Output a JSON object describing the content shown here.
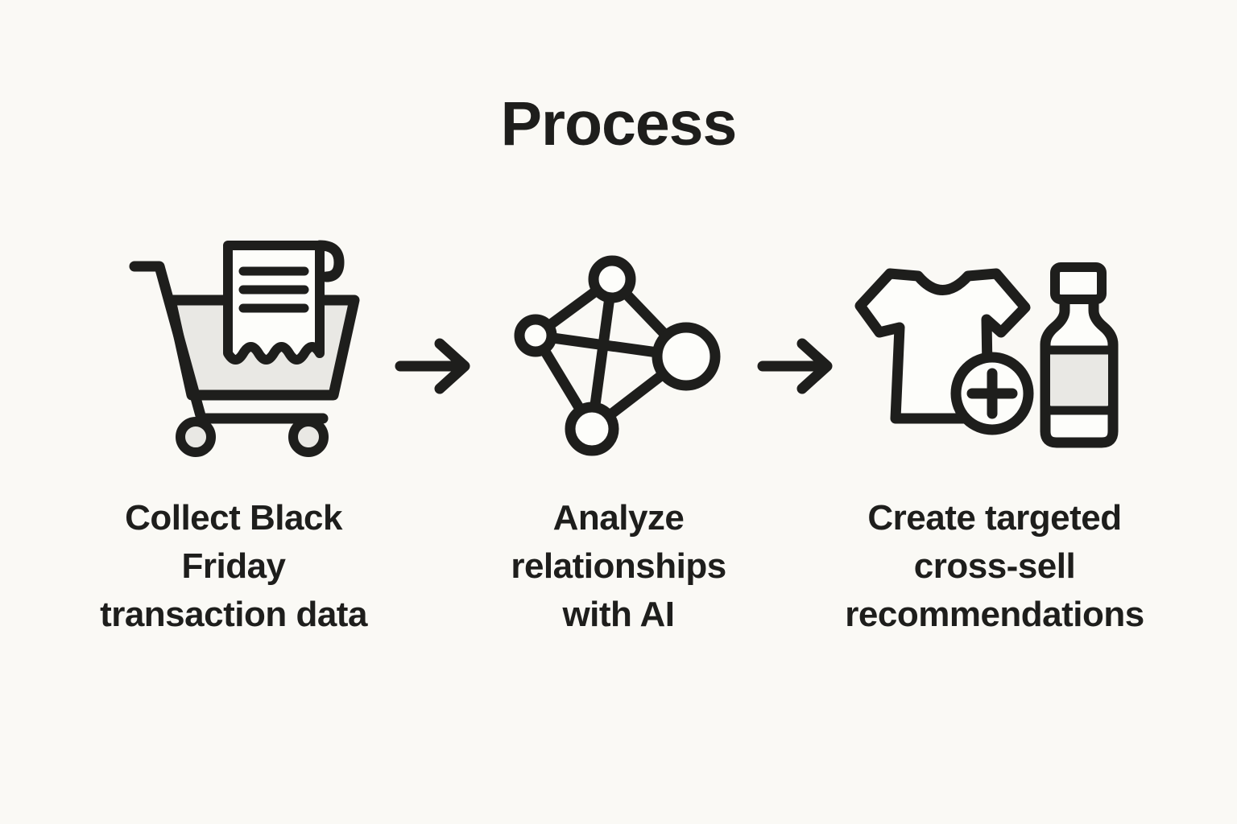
{
  "title": "Process",
  "steps": [
    {
      "icon": "shopping-cart-receipt-icon",
      "label": "Collect Black Friday transaction data",
      "lines": [
        "Collect Black",
        "Friday",
        "transaction data"
      ]
    },
    {
      "icon": "network-graph-icon",
      "label": "Analyze relationships with AI",
      "lines": [
        "Analyze",
        "relationships",
        "with AI"
      ]
    },
    {
      "icon": "tshirt-plus-bottle-icon",
      "label": "Create targeted cross-sell recommendations",
      "lines": [
        "Create targeted",
        "cross-sell",
        "recommendations"
      ]
    }
  ],
  "connectors": [
    {
      "icon": "arrow-right-icon"
    },
    {
      "icon": "arrow-right-icon"
    }
  ],
  "colors": {
    "background": "#faf9f5",
    "ink": "#1e1e1c",
    "shape_fill": "#e9e8e4",
    "icon_fill": "#fdfdfa"
  }
}
